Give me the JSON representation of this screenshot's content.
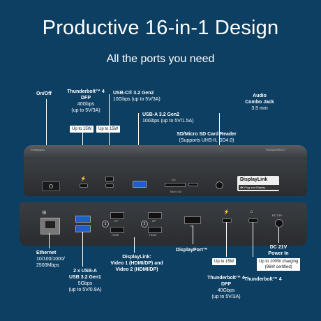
{
  "title": "Productive 16-in-1 Design",
  "subtitle": "All the ports you need",
  "top_dock": {
    "brand": "Kensington",
    "thunderbolt_logo": "THUNDERBOLT",
    "sd_label": "SD",
    "microsd_label": "Micro SD",
    "displaylink_badge": "DisplayLink",
    "displaylink_sub_4k": "4K",
    "displaylink_sub_pnp": "Plug and Display"
  },
  "bottom_dock": {
    "dp_label": "DP",
    "hdmi_label": "HDMI",
    "dc_label": "DC 21V",
    "num1": "1",
    "num2": "2"
  },
  "labels": {
    "onoff": "On/Off",
    "tb4_top_title": "Thunderbolt™ 4",
    "tb4_top_title2": "DFP",
    "tb4_top_l1": "40Gbps",
    "tb4_top_l2": "(up to 5V/3A)",
    "usbc_title": "USB-C® 3.2 Gen2",
    "usbc_l1": "10Gbps (up to 5V/3A)",
    "usba_title": "USB-A 3.2 Gen2",
    "usba_l1": "10Gbps (up to 5V/1.5A)",
    "sd_title": "SD/Micro SD Card Reader",
    "sd_l1": "(Supports UHS-II, SD4.0)",
    "audio_title": "Audio",
    "audio_title2": "Combo Jack",
    "audio_l1": "3.5 mm",
    "badge_15w_a": "Up to 15W",
    "badge_15w_b": "Up to 15W",
    "ethernet_title": "Ethernet",
    "ethernet_l1": "10/100/1000/",
    "ethernet_l2": "2500Mbps",
    "usba2_title": "2 x USB-A",
    "usba2_title2": "USB 3.2 Gen1",
    "usba2_l1": "5Gbps",
    "usba2_l2": "(up to 5V/0.9A)",
    "displaylink_title": "DisplayLink:",
    "displaylink_l1": "Video 1 (HDMI/DP) and",
    "displaylink_l2": "Video 2 (HDMI/DP)",
    "dp_title": "DisplayPort™",
    "dc_title": "DC 21V",
    "dc_title2": "Power In",
    "badge_15w_c": "Up to 15W",
    "badge_100w_l1": "Up to 100W charging",
    "badge_100w_l2": "(96W certified)",
    "tb4_bot_title": "Thunderbolt™ 4",
    "tb4_bot_title2": "DFP",
    "tb4_bot_l1": "40Gbps",
    "tb4_bot_l2": "(up to 5V/3A)",
    "tb4_up_title": "Thunderbolt™ 4"
  }
}
